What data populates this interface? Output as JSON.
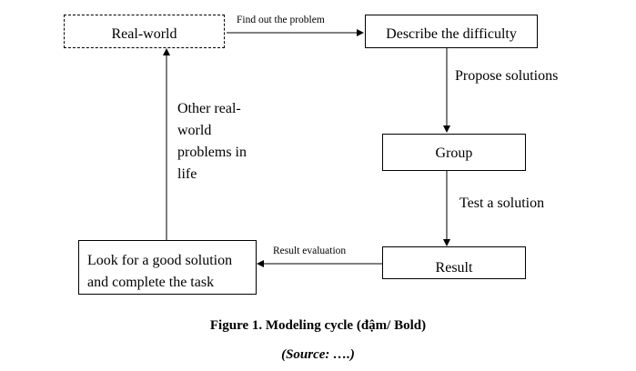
{
  "nodes": {
    "real_world": "Real-world",
    "describe": "Describe the difficulty",
    "group": "Group",
    "result": "Result",
    "look_line1": "Look for a good solution",
    "look_line2": "and complete the task"
  },
  "edges": {
    "find_out": "Find out the problem",
    "propose": "Propose solutions",
    "test": "Test a solution",
    "evaluation": "Result evaluation",
    "other_line1": "Other real-",
    "other_line2": "world",
    "other_line3": "problems in",
    "other_line4": "life"
  },
  "caption": {
    "figure": "Figure 1. Modeling cycle (đậm/ Bold)",
    "source": "(Source: ….)"
  }
}
